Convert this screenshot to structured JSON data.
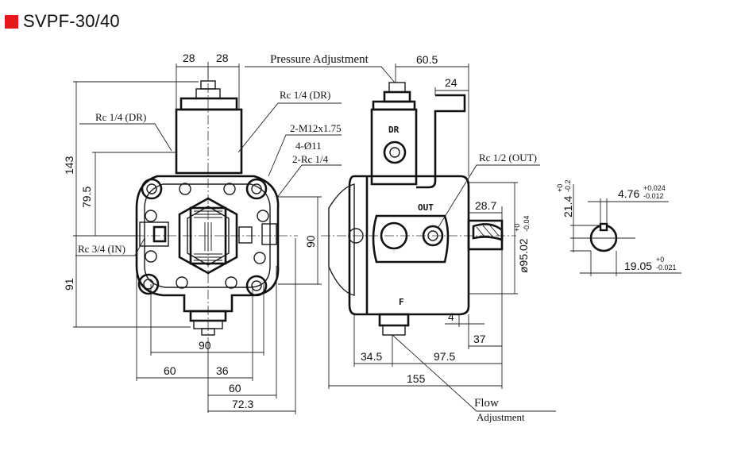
{
  "title": "SVPF-30/40",
  "title_color": "#e8171c",
  "labels": {
    "pressure_adjustment": "Pressure Adjustment",
    "rc14_dr_right": "Rc 1/4 (DR)",
    "rc14_dr_left": "Rc 1/4 (DR)",
    "m12": "2-M12x1.75",
    "d11": "4-Ø11",
    "rc14_2": "2-Rc 1/4",
    "rc12_out": "Rc 1/2 (OUT)",
    "rc34_in": "Rc 3/4 (IN)",
    "flow": "Flow",
    "adjustment": "Adjustment",
    "mark_dr": "DR",
    "mark_out": "OUT",
    "mark_f": "F"
  },
  "dims": {
    "d28a": "28",
    "d28b": "28",
    "d60_5": "60.5",
    "d24": "24",
    "d143": "143",
    "d79_5": "79.5",
    "d91": "91",
    "d90_vert": "90",
    "d90_horz": "90",
    "d60a": "60",
    "d36": "36",
    "d60b": "60",
    "d72_3": "72.3",
    "d28_7": "28.7",
    "d95": "ø95.02",
    "d95_tol_top": "+0",
    "d95_tol_bot": "-0.04",
    "d4": "4",
    "d37": "37",
    "d34_5": "34.5",
    "d97_5": "97.5",
    "d155": "155",
    "d21_4": "21.4",
    "d21_4_tol_top": "+0",
    "d21_4_tol_bot": "-0.2",
    "d4_76": "4.76",
    "d4_76_tol_top": "+0.024",
    "d4_76_tol_bot": "-0.012",
    "d19_05": "19.05",
    "d19_05_tol_top": "+0",
    "d19_05_tol_bot": "-0.021"
  }
}
